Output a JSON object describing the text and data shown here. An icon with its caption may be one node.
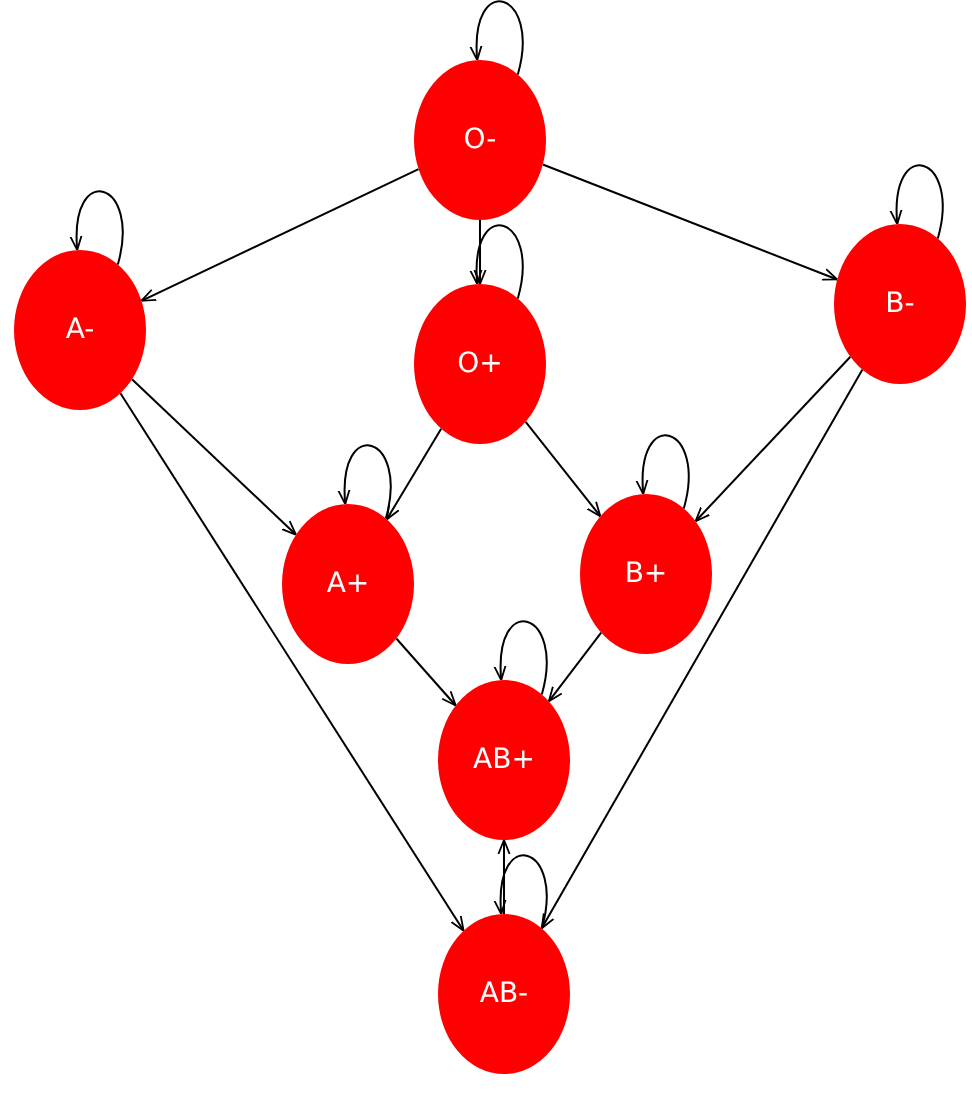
{
  "diagram": {
    "nodes": [
      {
        "text": [
          "O-"
        ]
      },
      {
        "text": [
          "A-"
        ]
      },
      {
        "text": [
          "O+"
        ]
      },
      {
        "text": [
          "B-"
        ]
      },
      {
        "text": [
          "A+"
        ]
      },
      {
        "text": [
          "B+"
        ]
      },
      {
        "text": [
          "AB+"
        ]
      },
      {
        "text": [
          "AB-"
        ]
      }
    ],
    "edges": [
      {
        "from": 0,
        "to": 0,
        "arrow": "to"
      },
      {
        "from": 1,
        "to": 1,
        "arrow": "to"
      },
      {
        "from": 2,
        "to": 2,
        "arrow": "to"
      },
      {
        "from": 3,
        "to": 3,
        "arrow": "to"
      },
      {
        "from": 4,
        "to": 4,
        "arrow": "to"
      },
      {
        "from": 5,
        "to": 5,
        "arrow": "to"
      },
      {
        "from": 6,
        "to": 6,
        "arrow": "to"
      },
      {
        "from": 7,
        "to": 7,
        "arrow": "to"
      },
      {
        "from": 0,
        "to": 1,
        "arrow": "to"
      },
      {
        "from": 0,
        "to": 2,
        "arrow": "to"
      },
      {
        "from": 0,
        "to": 3,
        "arrow": "to"
      },
      {
        "from": 1,
        "to": 4,
        "arrow": "to"
      },
      {
        "from": 1,
        "to": 7,
        "arrow": "to"
      },
      {
        "from": 2,
        "to": 4,
        "arrow": "to"
      },
      {
        "from": 2,
        "to": 5,
        "arrow": "to"
      },
      {
        "from": 3,
        "to": 5,
        "arrow": "to"
      },
      {
        "from": 3,
        "to": 7,
        "arrow": "to"
      },
      {
        "from": 4,
        "to": 6,
        "arrow": "to"
      },
      {
        "from": 5,
        "to": 6,
        "arrow": "to"
      },
      {
        "from": 7,
        "to": 6,
        "arrow": "to"
      }
    ]
  }
}
